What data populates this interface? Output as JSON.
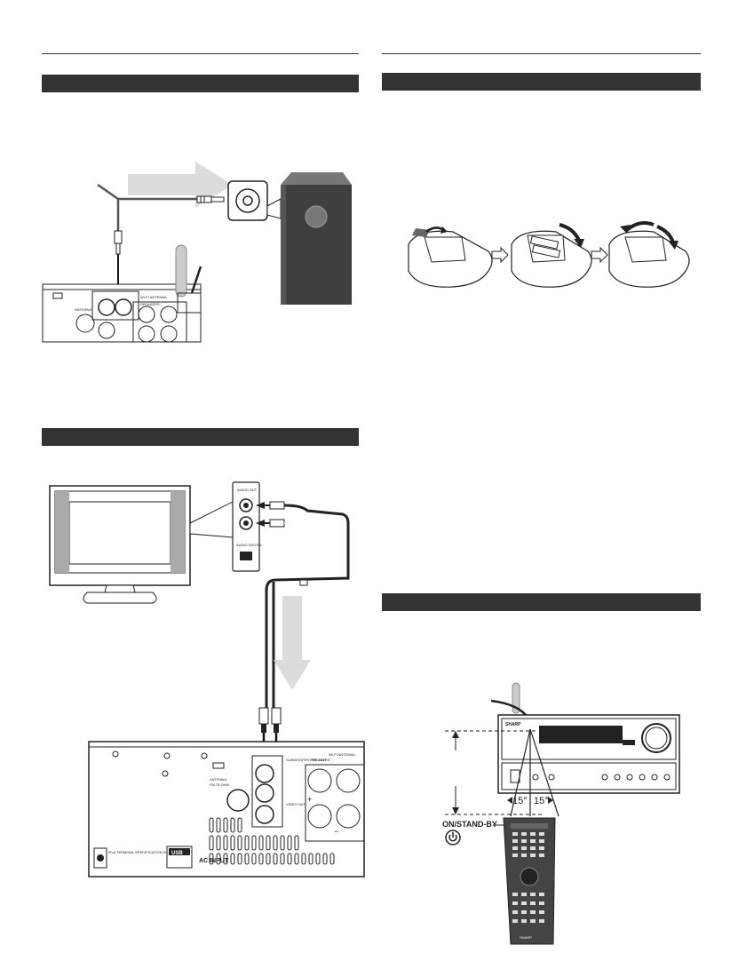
{
  "labels": {
    "angle_left": "15°",
    "angle_right": "15°",
    "on_standby": "ON/STAND-BY",
    "audio_out": "AUDIO OUT",
    "audio_digital": "AUDIO DIGITAL",
    "antenna": "ANTENNA",
    "fm_75ohm": "FM 75 OHM",
    "speakers": "SPEAKERS",
    "wifi_antenna": "WI-FI ANTENNA",
    "subwoofer_out": "SUBWOOFER PRE-OUT",
    "video_out": "VIDEO OUT",
    "ac_input": "AC INPUT",
    "usb": "USB",
    "ipod_terminal": "iPod TERMINAL SPECIFICATION 5V DC 1A",
    "brand": "SHARP"
  },
  "colors": {
    "header_bar": "#333333",
    "arrow_gray": "#d9d9d9",
    "device_dark": "#404040"
  }
}
